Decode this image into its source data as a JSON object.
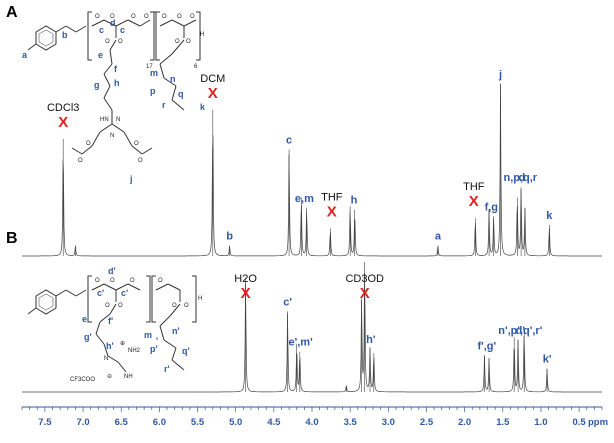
{
  "chart_data": {
    "type": "line",
    "title": "",
    "xlabel": "ppm",
    "ylabel": "",
    "xlim": [
      7.8,
      0.2
    ],
    "xdir": "reversed",
    "x_ticks": [
      7.5,
      7.0,
      6.5,
      6.0,
      5.5,
      5.0,
      4.5,
      4.0,
      3.5,
      3.0,
      2.5,
      2.0,
      1.5,
      1.0,
      0.5
    ],
    "x_tick_labels": [
      "7.5",
      "7.0",
      "6.5",
      "6.0",
      "5.5",
      "5.0",
      "4.5",
      "4.0",
      "3.5",
      "3.0",
      "2.5",
      "2.0",
      "1.5",
      "1.0",
      "0.5"
    ],
    "grid": false,
    "colors": {
      "labels": "#2f58a6",
      "cross": "#e02020",
      "trace": "#444444"
    },
    "panels": [
      {
        "name": "A",
        "peaks": [
          {
            "ppm": 7.26,
            "height": 0.68
          },
          {
            "ppm": 7.1,
            "height": 0.06
          },
          {
            "ppm": 5.3,
            "height": 0.85
          },
          {
            "ppm": 5.08,
            "height": 0.06
          },
          {
            "ppm": 4.3,
            "height": 0.62
          },
          {
            "ppm": 4.14,
            "height": 0.34
          },
          {
            "ppm": 4.07,
            "height": 0.28
          },
          {
            "ppm": 3.76,
            "height": 0.16
          },
          {
            "ppm": 3.5,
            "height": 0.29
          },
          {
            "ppm": 3.44,
            "height": 0.27
          },
          {
            "ppm": 2.35,
            "height": 0.06
          },
          {
            "ppm": 1.86,
            "height": 0.22
          },
          {
            "ppm": 1.68,
            "height": 0.27
          },
          {
            "ppm": 1.62,
            "height": 0.23
          },
          {
            "ppm": 1.53,
            "height": 1.0
          },
          {
            "ppm": 1.31,
            "height": 0.34
          },
          {
            "ppm": 1.26,
            "height": 0.4
          },
          {
            "ppm": 1.21,
            "height": 0.28
          },
          {
            "ppm": 0.89,
            "height": 0.18
          }
        ],
        "annotations": [
          {
            "text": "a",
            "ppm": 2.35
          },
          {
            "text": "b",
            "ppm": 5.08
          },
          {
            "text": "c",
            "ppm": 4.3
          },
          {
            "text": "e,m",
            "ppm": 4.1
          },
          {
            "text": "THF",
            "ppm": 3.74
          },
          {
            "text": "h",
            "ppm": 3.45
          },
          {
            "text": "THF",
            "ppm": 1.88
          },
          {
            "text": "f,g",
            "ppm": 1.65
          },
          {
            "text": "j",
            "ppm": 1.53
          },
          {
            "text": "d",
            "ppm": 1.25
          },
          {
            "text": "n,p,q,r",
            "ppm": 1.27
          },
          {
            "text": "k",
            "ppm": 0.89
          },
          {
            "text": "CDCl3",
            "ppm": 7.26
          },
          {
            "text": "DCM",
            "ppm": 5.3
          }
        ]
      },
      {
        "name": "B",
        "peaks": [
          {
            "ppm": 4.87,
            "height": 0.88
          },
          {
            "ppm": 4.32,
            "height": 0.62
          },
          {
            "ppm": 4.2,
            "height": 0.37
          },
          {
            "ppm": 4.16,
            "height": 0.31
          },
          {
            "ppm": 3.55,
            "height": 0.05
          },
          {
            "ppm": 3.35,
            "height": 0.72
          },
          {
            "ppm": 3.31,
            "height": 1.0
          },
          {
            "ppm": 3.24,
            "height": 0.33
          },
          {
            "ppm": 3.19,
            "height": 0.3
          },
          {
            "ppm": 1.74,
            "height": 0.28
          },
          {
            "ppm": 1.68,
            "height": 0.26
          },
          {
            "ppm": 1.35,
            "height": 0.42
          },
          {
            "ppm": 1.3,
            "height": 0.4
          },
          {
            "ppm": 1.22,
            "height": 0.48
          },
          {
            "ppm": 0.92,
            "height": 0.18
          }
        ],
        "annotations": [
          {
            "text": "c'",
            "ppm": 4.32
          },
          {
            "text": "e',m'",
            "ppm": 4.15
          },
          {
            "text": "h'",
            "ppm": 3.23
          },
          {
            "text": "f',g'",
            "ppm": 1.71
          },
          {
            "text": "d'",
            "ppm": 1.27
          },
          {
            "text": "n',p',q',r'",
            "ppm": 1.27
          },
          {
            "text": "k'",
            "ppm": 0.92
          },
          {
            "text": "H2O",
            "ppm": 4.87
          },
          {
            "text": "CD3OD",
            "ppm": 3.31
          }
        ]
      }
    ]
  },
  "structures": {
    "A": {
      "labels": [
        "a",
        "b",
        "c",
        "c",
        "d",
        "e",
        "f",
        "g",
        "h",
        "j",
        "k",
        "m",
        "n",
        "p",
        "q",
        "r"
      ],
      "repeat_units": [
        "17",
        "6"
      ],
      "end_group": "H",
      "atoms": [
        "O",
        "O",
        "O",
        "O",
        "O",
        "O",
        "O",
        "O",
        "O",
        "O",
        "O",
        "HN",
        "N",
        "N",
        "O",
        "O",
        "O",
        "O"
      ]
    },
    "B": {
      "labels": [
        "d'",
        "c'",
        "c'",
        "e'",
        "f'",
        "g'",
        "h'",
        "m",
        "n'",
        "p'",
        "q'",
        "r'",
        "'"
      ],
      "atoms": [
        "O",
        "O",
        "O",
        "O",
        "O",
        "O",
        "O",
        "O",
        "N",
        "NH2",
        "NH",
        "H"
      ],
      "counterion": "CF3COO",
      "charges": [
        "⊕",
        "⊖"
      ]
    }
  }
}
